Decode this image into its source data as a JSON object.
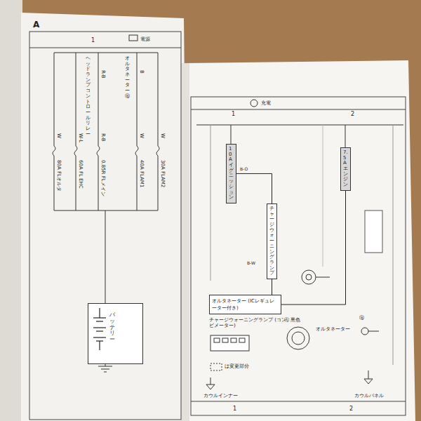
{
  "diagram": {
    "nodes": [
      {
        "text": [
          "バッテリー"
        ]
      },
      {
        "text": [
          "10A イグニッション"
        ]
      },
      {
        "text": [
          "7.5A エンジン"
        ]
      },
      {
        "text": [
          "チャージウォーニングランプ"
        ]
      },
      {
        "text": [
          "オルタネーター (ICレギュレーター付き)"
        ]
      }
    ],
    "edges": [
      {
        "from": 1,
        "to": 3,
        "arrow": "none"
      },
      {
        "from": 3,
        "to": 4,
        "arrow": "none"
      },
      {
        "from": 2,
        "to": 4,
        "arrow": "none"
      }
    ],
    "labels": [
      "A",
      "電源",
      "1",
      "R-B",
      "R-B",
      "W-L",
      "W",
      "W",
      "W",
      "B",
      "0.85R FLメイン",
      "60A FL EHC",
      "80A FLオルタ",
      "40A FLAM1",
      "30A FLAM2",
      "ヘッドランプコントロールリレー",
      "オルタネーターⒷ",
      "充電",
      "1",
      "2",
      "B-O",
      "B-W",
      "チャージウォーニングランプ (コンビメーター)",
      "Ⓐ 黒色",
      "オルタネーター",
      "Ⓑ",
      "は変更部分",
      "カウルインナー",
      "カウルパネル",
      "1",
      "2"
    ]
  }
}
